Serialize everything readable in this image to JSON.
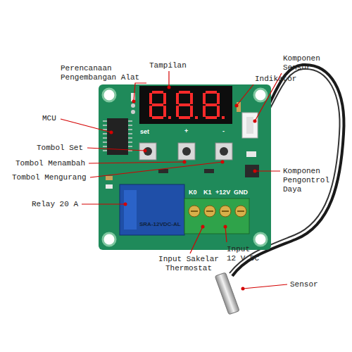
{
  "diagram": {
    "labels": [
      "Tampilan",
      "Perencanaan Pengembangan Alat",
      "Komponen Sensor",
      "Indikator",
      "MCU",
      "set",
      "+",
      "-",
      "Tombol Set",
      "Tombol Menambah",
      "Tombol Mengurang",
      "Komponen Pengontrol Daya",
      "Relay 20 A",
      "K0",
      "K1",
      "+12V",
      "GND",
      "SRA-12VDC-AL",
      "Input Sakelar Thermostat",
      "Input 12 V DC",
      "Sensor"
    ]
  }
}
